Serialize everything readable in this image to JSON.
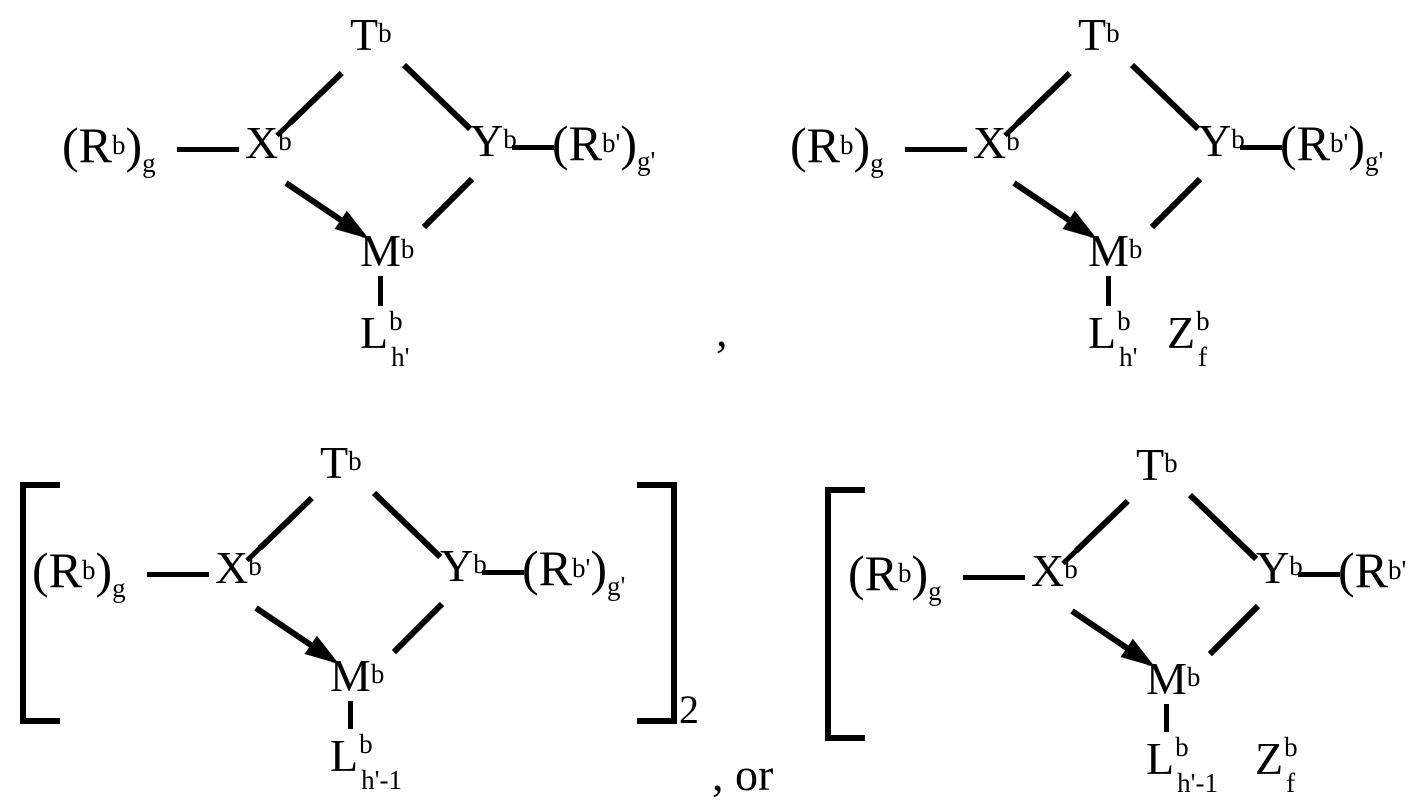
{
  "meta": {
    "figure_type": "chemical-structure-formula-set",
    "background_color": "#ffffff",
    "ink_color": "#000000"
  },
  "labels": {
    "R_group_left": "(R",
    "R_group_left_sup": "b",
    "R_group_left_close": ")",
    "R_group_left_sub": "g",
    "R_group_right": "(R",
    "R_group_right_sup": "b'",
    "R_group_right_close": ")",
    "R_group_right_sub": "g'",
    "X": "X",
    "X_sup": "b",
    "T": "T",
    "T_sup": "b",
    "Y": "Y",
    "Y_sup": "b",
    "M": "M",
    "M_sup": "b",
    "L": "L",
    "L_sup": "b",
    "L_sub_full": "h'",
    "L_sub_minus_one": "h'-1",
    "Z": "Z",
    "Z_sup": "b",
    "Z_sub": "f",
    "bracket_subscript_2": "2"
  },
  "separators": {
    "comma": ",",
    "comma_or": ", or"
  },
  "structures": [
    {
      "id": "structure-1",
      "position": "top-left",
      "has_brackets": false,
      "bracket_subscript": null,
      "ligand_subscript": "h'",
      "has_Z_counterion": false,
      "truncated_right": false,
      "nodes": [
        "(R^b)_g",
        "X^b",
        "T^b",
        "Y^b",
        "(R^b')_g'",
        "M^b",
        "L^b_h'"
      ],
      "bonds": [
        {
          "from": "(R^b)_g",
          "to": "X^b",
          "type": "single"
        },
        {
          "from": "X^b",
          "to": "T^b",
          "type": "double"
        },
        {
          "from": "T^b",
          "to": "Y^b",
          "type": "single"
        },
        {
          "from": "Y^b",
          "to": "(R^b')_g'",
          "type": "single"
        },
        {
          "from": "X^b",
          "to": "M^b",
          "type": "dative-arrow"
        },
        {
          "from": "Y^b",
          "to": "M^b",
          "type": "single"
        },
        {
          "from": "M^b",
          "to": "L^b_h'",
          "type": "single"
        }
      ]
    },
    {
      "id": "structure-2",
      "position": "top-right",
      "has_brackets": false,
      "bracket_subscript": null,
      "ligand_subscript": "h'",
      "has_Z_counterion": true,
      "truncated_right": false,
      "nodes": [
        "(R^b)_g",
        "X^b",
        "T^b",
        "Y^b",
        "(R^b')_g'",
        "M^b",
        "L^b_h'",
        "Z^b_f"
      ],
      "bonds": [
        {
          "from": "(R^b)_g",
          "to": "X^b",
          "type": "single"
        },
        {
          "from": "X^b",
          "to": "T^b",
          "type": "double"
        },
        {
          "from": "T^b",
          "to": "Y^b",
          "type": "single"
        },
        {
          "from": "Y^b",
          "to": "(R^b')_g'",
          "type": "single"
        },
        {
          "from": "X^b",
          "to": "M^b",
          "type": "dative-arrow"
        },
        {
          "from": "Y^b",
          "to": "M^b",
          "type": "single"
        },
        {
          "from": "M^b",
          "to": "L^b_h'",
          "type": "single"
        }
      ]
    },
    {
      "id": "structure-3",
      "position": "bottom-left",
      "has_brackets": true,
      "bracket_subscript": "2",
      "ligand_subscript": "h'-1",
      "has_Z_counterion": false,
      "truncated_right": false,
      "nodes": [
        "(R^b)_g",
        "X^b",
        "T^b",
        "Y^b",
        "(R^b')_g'",
        "M^b",
        "L^b_h'-1"
      ],
      "bonds": [
        {
          "from": "(R^b)_g",
          "to": "X^b",
          "type": "single"
        },
        {
          "from": "X^b",
          "to": "T^b",
          "type": "double"
        },
        {
          "from": "T^b",
          "to": "Y^b",
          "type": "single"
        },
        {
          "from": "Y^b",
          "to": "(R^b')_g'",
          "type": "single"
        },
        {
          "from": "X^b",
          "to": "M^b",
          "type": "dative-arrow"
        },
        {
          "from": "Y^b",
          "to": "M^b",
          "type": "single"
        },
        {
          "from": "M^b",
          "to": "L^b_h'-1",
          "type": "single"
        }
      ]
    },
    {
      "id": "structure-4",
      "position": "bottom-right",
      "has_brackets": true,
      "bracket_subscript": null,
      "ligand_subscript": "h'-1",
      "has_Z_counterion": true,
      "truncated_right": true,
      "nodes": [
        "(R^b)_g",
        "X^b",
        "T^b",
        "Y^b",
        "(R^b'",
        "M^b",
        "L^b_h'-1",
        "Z^b_f"
      ],
      "bonds": [
        {
          "from": "(R^b)_g",
          "to": "X^b",
          "type": "single"
        },
        {
          "from": "X^b",
          "to": "T^b",
          "type": "double"
        },
        {
          "from": "T^b",
          "to": "Y^b",
          "type": "single"
        },
        {
          "from": "Y^b",
          "to": "(R^b'",
          "type": "single"
        },
        {
          "from": "X^b",
          "to": "M^b",
          "type": "dative-arrow"
        },
        {
          "from": "Y^b",
          "to": "M^b",
          "type": "single"
        },
        {
          "from": "M^b",
          "to": "L^b_h'-1",
          "type": "single"
        }
      ]
    }
  ]
}
